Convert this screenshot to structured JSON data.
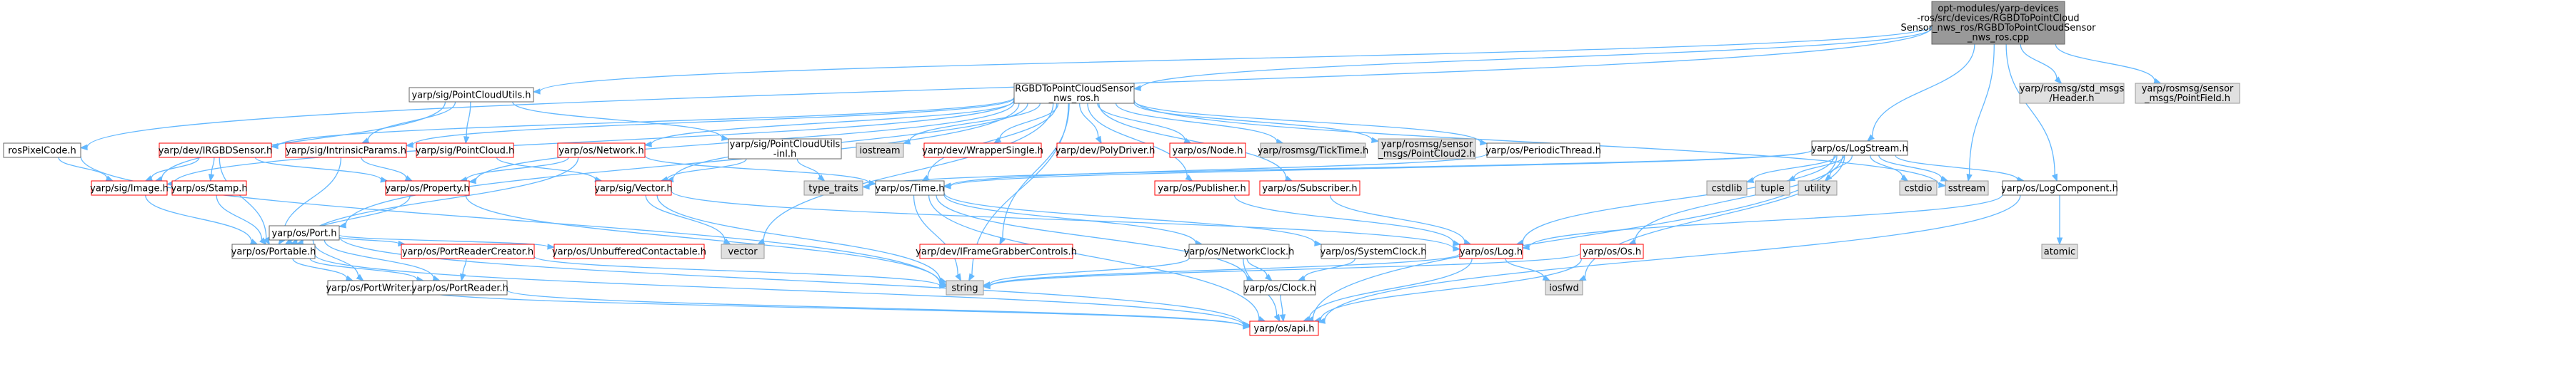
{
  "colors": {
    "background": "#ffffff",
    "edge": "#63b8ff",
    "root_fill": "#999999",
    "node_fill": "#ffffff",
    "node_border_normal": "#666666",
    "node_border_link": "#ff0000",
    "system_fill": "#e0e0e0",
    "system_border": "#999999",
    "text": "#000000"
  },
  "nodes": [
    {
      "id": "root",
      "kind": "root",
      "lines": [
        "opt-modules/yarp-devices",
        "-ros/src/devices/RGBDToPointCloud",
        "Sensor_nws_ros/RGBDToPointCloudSensor",
        "_nws_ros.cpp"
      ]
    },
    {
      "id": "rostoPC",
      "kind": "normal",
      "lines": [
        "RGBDToPointCloudSensor",
        "_nws_ros.h"
      ]
    },
    {
      "id": "pcutils",
      "kind": "normal",
      "lines": [
        "yarp/sig/PointCloudUtils.h"
      ]
    },
    {
      "id": "rospix",
      "kind": "normal",
      "lines": [
        "rosPixelCode.h"
      ]
    },
    {
      "id": "stdhdr",
      "kind": "system",
      "lines": [
        "yarp/rosmsg/std_msgs",
        "/Header.h"
      ]
    },
    {
      "id": "pfield",
      "kind": "system",
      "lines": [
        "yarp/rosmsg/sensor",
        "_msgs/PointField.h"
      ]
    },
    {
      "id": "logstream",
      "kind": "normal",
      "lines": [
        "yarp/os/LogStream.h"
      ]
    },
    {
      "id": "irgbd",
      "kind": "link",
      "lines": [
        "yarp/dev/IRGBDSensor.h"
      ]
    },
    {
      "id": "intr",
      "kind": "link",
      "lines": [
        "yarp/sig/IntrinsicParams.h"
      ]
    },
    {
      "id": "pc",
      "kind": "link",
      "lines": [
        "yarp/sig/PointCloud.h"
      ]
    },
    {
      "id": "pcinl",
      "kind": "normal",
      "lines": [
        "yarp/sig/PointCloudUtils",
        "-inl.h"
      ]
    },
    {
      "id": "network",
      "kind": "link",
      "lines": [
        "yarp/os/Network.h"
      ]
    },
    {
      "id": "iostream",
      "kind": "system",
      "lines": [
        "iostream"
      ]
    },
    {
      "id": "wrapper",
      "kind": "link",
      "lines": [
        "yarp/dev/WrapperSingle.h"
      ]
    },
    {
      "id": "polyd",
      "kind": "link",
      "lines": [
        "yarp/dev/PolyDriver.h"
      ]
    },
    {
      "id": "node",
      "kind": "link",
      "lines": [
        "yarp/os/Node.h"
      ]
    },
    {
      "id": "tick",
      "kind": "system",
      "lines": [
        "yarp/rosmsg/TickTime.h"
      ]
    },
    {
      "id": "pc2",
      "kind": "system",
      "lines": [
        "yarp/rosmsg/sensor",
        "_msgs/PointCloud2.h"
      ]
    },
    {
      "id": "periodic",
      "kind": "normal",
      "lines": [
        "yarp/os/PeriodicThread.h"
      ]
    },
    {
      "id": "image",
      "kind": "link",
      "lines": [
        "yarp/sig/Image.h"
      ]
    },
    {
      "id": "stamp",
      "kind": "link",
      "lines": [
        "yarp/os/Stamp.h"
      ]
    },
    {
      "id": "port",
      "kind": "normal",
      "lines": [
        "yarp/os/Port.h"
      ]
    },
    {
      "id": "property",
      "kind": "link",
      "lines": [
        "yarp/os/Property.h"
      ]
    },
    {
      "id": "vector",
      "kind": "link",
      "lines": [
        "yarp/sig/Vector.h"
      ]
    },
    {
      "id": "typetraits",
      "kind": "system",
      "lines": [
        "type_traits"
      ]
    },
    {
      "id": "time",
      "kind": "normal",
      "lines": [
        "yarp/os/Time.h"
      ]
    },
    {
      "id": "publisher",
      "kind": "link",
      "lines": [
        "yarp/os/Publisher.h"
      ]
    },
    {
      "id": "subscriber",
      "kind": "link",
      "lines": [
        "yarp/os/Subscriber.h"
      ]
    },
    {
      "id": "cstdlib",
      "kind": "system",
      "lines": [
        "cstdlib"
      ]
    },
    {
      "id": "tuple",
      "kind": "system",
      "lines": [
        "tuple"
      ]
    },
    {
      "id": "utility",
      "kind": "system",
      "lines": [
        "utility"
      ]
    },
    {
      "id": "cstdio",
      "kind": "system",
      "lines": [
        "cstdio"
      ]
    },
    {
      "id": "sstream",
      "kind": "system",
      "lines": [
        "sstream"
      ]
    },
    {
      "id": "logcomp",
      "kind": "normal",
      "lines": [
        "yarp/os/LogComponent.h"
      ]
    },
    {
      "id": "portable",
      "kind": "normal",
      "lines": [
        "yarp/os/Portable.h"
      ]
    },
    {
      "id": "prcreator",
      "kind": "link",
      "lines": [
        "yarp/os/PortReaderCreator.h"
      ]
    },
    {
      "id": "unbuf",
      "kind": "link",
      "lines": [
        "yarp/os/UnbufferedContactable.h"
      ]
    },
    {
      "id": "vectorstd",
      "kind": "system",
      "lines": [
        "vector"
      ]
    },
    {
      "id": "iframe",
      "kind": "link",
      "lines": [
        "yarp/dev/IFrameGrabberControls.h"
      ]
    },
    {
      "id": "netclock",
      "kind": "normal",
      "lines": [
        "yarp/os/NetworkClock.h"
      ]
    },
    {
      "id": "sysclock",
      "kind": "normal",
      "lines": [
        "yarp/os/SystemClock.h"
      ]
    },
    {
      "id": "log",
      "kind": "link",
      "lines": [
        "yarp/os/Log.h"
      ]
    },
    {
      "id": "os",
      "kind": "link",
      "lines": [
        "yarp/os/Os.h"
      ]
    },
    {
      "id": "atomic",
      "kind": "system",
      "lines": [
        "atomic"
      ]
    },
    {
      "id": "pwriter",
      "kind": "normal",
      "lines": [
        "yarp/os/PortWriter.h"
      ]
    },
    {
      "id": "preader",
      "kind": "normal",
      "lines": [
        "yarp/os/PortReader.h"
      ]
    },
    {
      "id": "string",
      "kind": "system",
      "lines": [
        "string"
      ]
    },
    {
      "id": "clock",
      "kind": "normal",
      "lines": [
        "yarp/os/Clock.h"
      ]
    },
    {
      "id": "iosfwd",
      "kind": "system",
      "lines": [
        "iosfwd"
      ]
    },
    {
      "id": "api",
      "kind": "link",
      "lines": [
        "yarp/os/api.h"
      ]
    }
  ],
  "edges": [
    [
      "root",
      "rostoPC"
    ],
    [
      "root",
      "pcutils"
    ],
    [
      "root",
      "rospix"
    ],
    [
      "root",
      "stdhdr"
    ],
    [
      "root",
      "pfield"
    ],
    [
      "root",
      "logstream"
    ],
    [
      "root",
      "sstream"
    ],
    [
      "root",
      "logcomp"
    ],
    [
      "rostoPC",
      "irgbd"
    ],
    [
      "rostoPC",
      "intr"
    ],
    [
      "rostoPC",
      "image"
    ],
    [
      "rostoPC",
      "network"
    ],
    [
      "rostoPC",
      "iostream"
    ],
    [
      "rostoPC",
      "wrapper"
    ],
    [
      "rostoPC",
      "polyd"
    ],
    [
      "rostoPC",
      "node"
    ],
    [
      "rostoPC",
      "tick"
    ],
    [
      "rostoPC",
      "pc2"
    ],
    [
      "rostoPC",
      "periodic"
    ],
    [
      "rostoPC",
      "port"
    ],
    [
      "rostoPC",
      "property"
    ],
    [
      "rostoPC",
      "vector"
    ],
    [
      "rostoPC",
      "iframe"
    ],
    [
      "rostoPC",
      "string"
    ],
    [
      "rostoPC",
      "vectorstd"
    ],
    [
      "rostoPC",
      "publisher"
    ],
    [
      "rostoPC",
      "subscriber"
    ],
    [
      "rostoPC",
      "time"
    ],
    [
      "rostoPC",
      "sstream"
    ],
    [
      "pcutils",
      "pc"
    ],
    [
      "pcutils",
      "intr"
    ],
    [
      "pcutils",
      "image"
    ],
    [
      "pcutils",
      "pcinl"
    ],
    [
      "rospix",
      "image"
    ],
    [
      "rospix",
      "string"
    ],
    [
      "pcinl",
      "typetraits"
    ],
    [
      "pcinl",
      "vector"
    ],
    [
      "irgbd",
      "stamp"
    ],
    [
      "irgbd",
      "image"
    ],
    [
      "irgbd",
      "property"
    ],
    [
      "irgbd",
      "portable"
    ],
    [
      "intr",
      "property"
    ],
    [
      "intr",
      "portable"
    ],
    [
      "pc",
      "vector"
    ],
    [
      "network",
      "property"
    ],
    [
      "network",
      "portable"
    ],
    [
      "network",
      "time"
    ],
    [
      "periodic",
      "time"
    ],
    [
      "image",
      "portable"
    ],
    [
      "stamp",
      "portable"
    ],
    [
      "port",
      "portable"
    ],
    [
      "port",
      "prcreator"
    ],
    [
      "port",
      "unbuf"
    ],
    [
      "port",
      "preader"
    ],
    [
      "port",
      "pwriter"
    ],
    [
      "port",
      "api"
    ],
    [
      "property",
      "portable"
    ],
    [
      "property",
      "string"
    ],
    [
      "vector",
      "log"
    ],
    [
      "vector",
      "vectorstd"
    ],
    [
      "vector",
      "string"
    ],
    [
      "time",
      "netclock"
    ],
    [
      "time",
      "sysclock"
    ],
    [
      "time",
      "clock"
    ],
    [
      "time",
      "string"
    ],
    [
      "time",
      "api"
    ],
    [
      "publisher",
      "log"
    ],
    [
      "subscriber",
      "log"
    ],
    [
      "logstream",
      "log"
    ],
    [
      "logstream",
      "os"
    ],
    [
      "logstream",
      "cstdlib"
    ],
    [
      "logstream",
      "tuple"
    ],
    [
      "logstream",
      "utility"
    ],
    [
      "logstream",
      "cstdio"
    ],
    [
      "logstream",
      "sstream"
    ],
    [
      "logstream",
      "logcomp"
    ],
    [
      "logstream",
      "iosfwd"
    ],
    [
      "logstream",
      "api"
    ],
    [
      "logstream",
      "typetraits"
    ],
    [
      "logstream",
      "time"
    ],
    [
      "logcomp",
      "log"
    ],
    [
      "logcomp",
      "atomic"
    ],
    [
      "logcomp",
      "api"
    ],
    [
      "portable",
      "pwriter"
    ],
    [
      "portable",
      "preader"
    ],
    [
      "portable",
      "api"
    ],
    [
      "prcreator",
      "preader"
    ],
    [
      "prcreator",
      "string"
    ],
    [
      "netclock",
      "clock"
    ],
    [
      "netclock",
      "api"
    ],
    [
      "netclock",
      "string"
    ],
    [
      "sysclock",
      "clock"
    ],
    [
      "log",
      "iosfwd"
    ],
    [
      "log",
      "api"
    ],
    [
      "log",
      "string"
    ],
    [
      "os",
      "string"
    ],
    [
      "os",
      "api"
    ],
    [
      "pwriter",
      "api"
    ],
    [
      "preader",
      "api"
    ],
    [
      "clock",
      "api"
    ]
  ]
}
